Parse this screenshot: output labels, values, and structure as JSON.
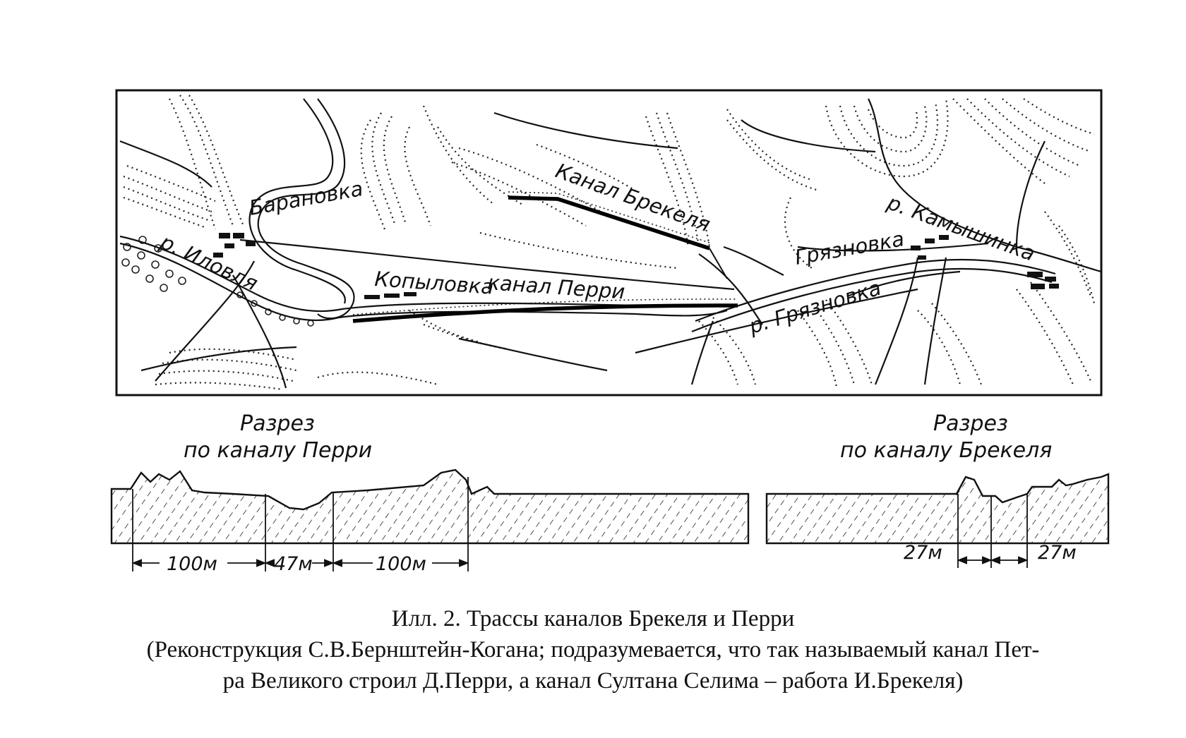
{
  "map": {
    "labels": {
      "baranovka": "Барановка",
      "r_ilovlya": "р. Иловля",
      "kopylovka": "Копыловка",
      "canal_perry": "канал Перри",
      "canal_brekel": "Канал Брекеля",
      "gryaznovka_village": "Грязновка",
      "r_gryaznovka": "р. Грязновка",
      "r_kamyshinka": "р. Камышинка"
    }
  },
  "sections": {
    "perry": {
      "title_line1": "Разрез",
      "title_line2": "по каналу Перри",
      "dims": [
        "100м",
        "47м",
        "100м"
      ]
    },
    "brekel": {
      "title_line1": "Разрез",
      "title_line2": "по каналу Брекеля",
      "dims": [
        "27м",
        "27м"
      ]
    }
  },
  "caption": {
    "line1": "Илл. 2. Трассы каналов Брекеля и Перри",
    "line2": "(Реконструкция С.В.Бернштейн-Когана; подразумевается, что так называемый канал Пет-",
    "line3": "ра Великого строил Д.Перри, а канал Султана Селима – работа И.Брекеля)"
  }
}
